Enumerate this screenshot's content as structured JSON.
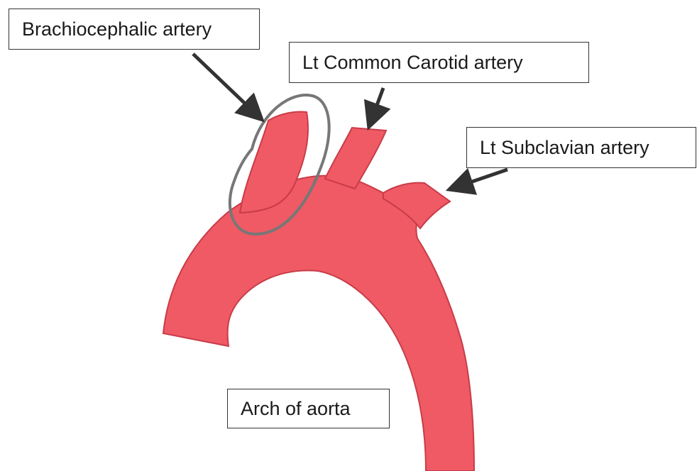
{
  "labels": {
    "brachiocephalic": "Brachiocephalic artery",
    "carotid": "Lt Common Carotid artery",
    "subclavian": "Lt Subclavian artery",
    "arch": "Arch of aorta"
  },
  "colors": {
    "vessel": "#ef5a65",
    "vessel_edge": "#c83c48",
    "arrow": "#333333",
    "highlight_ring": "#777777",
    "label_border": "#333333"
  }
}
